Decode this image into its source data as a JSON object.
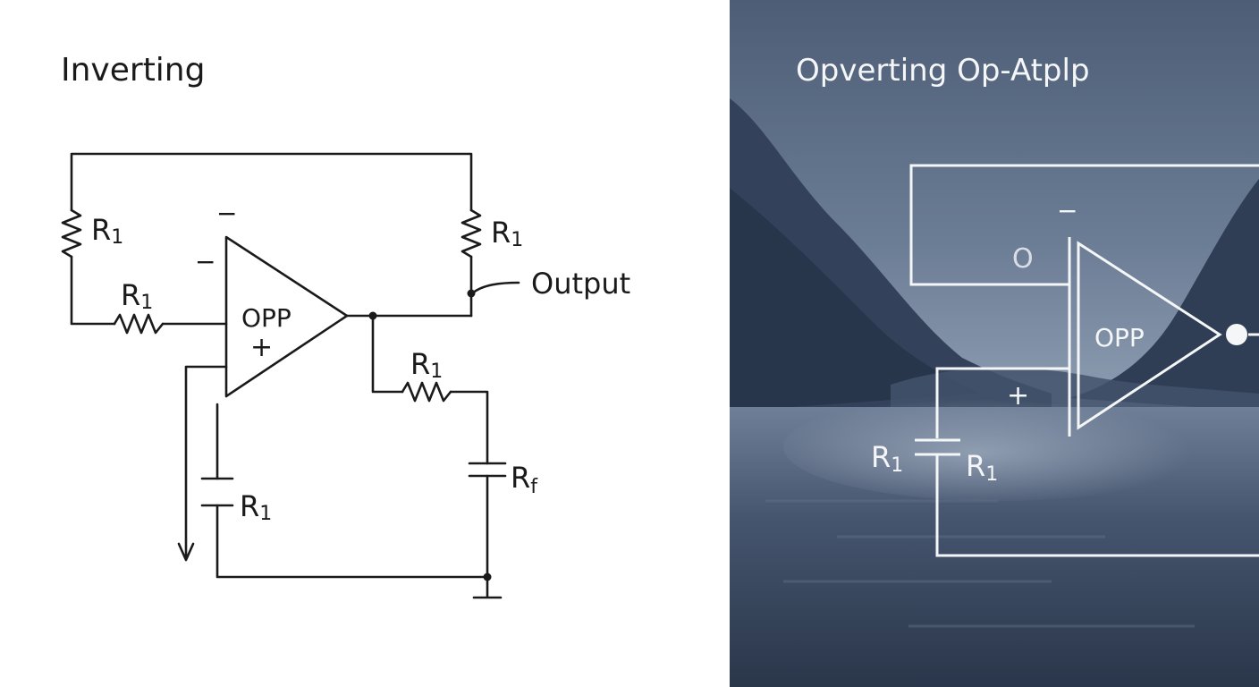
{
  "left": {
    "title": "Inverting",
    "labels": {
      "r_top_left": "R",
      "r_top_right": "R",
      "r_input": "R",
      "r_output": "R",
      "cap_bottom": "R",
      "cap_right": "R",
      "sub_1": "1",
      "sub_f": "f",
      "minus_top": "−",
      "minus_input": "−",
      "amp_name": "OPP",
      "plus_input": "+",
      "output": "Output"
    }
  },
  "right": {
    "title": "Opverting Op-Atplp",
    "labels": {
      "minus_input": "−",
      "feedback_symbol": "O",
      "amp_name": "OPP",
      "plus_input": "+",
      "cap_left": "R",
      "cap_right": "R",
      "sub_1": "1"
    }
  },
  "colors": {
    "ink": "#1a1a1a",
    "paper": "#ffffff",
    "night_sky": "#52627a",
    "mountains": "#2c3a52",
    "water": "#3a4a64",
    "light_line": "#f4f6f8"
  }
}
